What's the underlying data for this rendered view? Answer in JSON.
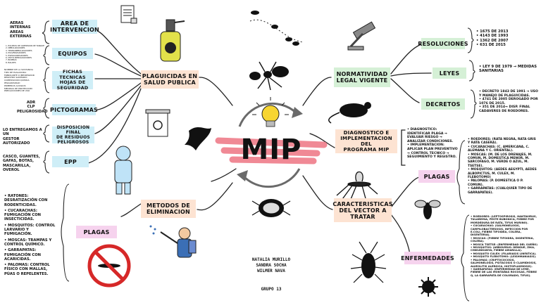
{
  "center": {
    "title": "MIP"
  },
  "left": {
    "area": {
      "label": "AREA DE\nINTERVENCION",
      "items": "AERAS INTERNAS\nAREAS EXTERNAS"
    },
    "equipos": {
      "label": "EQUIPOS",
      "notes": "1. EQUIPOS DE ASPERSION DE TANQUE\n2. NEBULIZADORES\n3. TERMONEBULIZADORES\n4. PULVERIZADORES\n5. ESPOLVOREADORES\n6. MOTO-NEBULIZADORES\n7. BOMBAS\n8. BALDES"
    },
    "fichas": {
      "label": "FICHAS TECNICAS\nHOJAS DE\nSEGURIDAD",
      "notes": "NOMBRE DE LA SUSTANCIA\nTIPO DE PLAGUICIDA\nFABRICANTE O IMPORTADOR\nREGISTRO SANITARIO\nCOMPOSICION QUIMICA\nPELIGROSIDAD\nPRIMEROS AUXILIOS\nMEDIDAS DE PROTECCION\nPRECAUCIONES DE USO"
    },
    "pictogramas": {
      "label": "PICTOGRAMAS",
      "notes": "ADR\nCLP\nPELIGROSIDAD"
    },
    "disposicion": {
      "label": "DISPOSICION FINAL\nDE RESIDUOS\nPELIGROSOS",
      "notes": "LO ENTREGAMOS A UN\nGESTOR AUTORIZADO"
    },
    "epp": {
      "label": "EPP",
      "notes": "CASCO, GUANTES,\nGAFAS, BOTAS,\nMASCARILLA, OVEROL"
    },
    "plaguicidas": {
      "label": "PLAGUICIDAS EN\nSALUD PUBLICA"
    },
    "metodos": {
      "label": "METODOS DE\nELIMINACION"
    },
    "plagas": {
      "label": "PLAGAS",
      "items": [
        "• RATONES: DESRATIZACIÓN CON RODENTICIDAS.",
        "• CUCARACHAS: FUMIGACIÓN CON INSECTICIDAS.",
        "• MOSQUITOS: CONTROL LARVARIO Y FUMIGACIÓN.",
        "• MOSCAS: TRAMPAS Y CONTROL QUÍMICO.",
        "• GARRAPATAS: FUMIGACIÓN CON ACARICIDAS.",
        "• PALOMAS: CONTROL FÍSICO CON MALLAS, PÚAS O REPELENTES."
      ]
    }
  },
  "right": {
    "normatividad": {
      "label": "NORMATIVIDAD\nLEGAL VIGENTE"
    },
    "resoluciones": {
      "label": "RESOLUCIONES",
      "items": [
        "• 1675 DE 2013",
        "• 4143 DE 1993",
        "• 1362 DE 2007",
        "• 631 DE 2015"
      ]
    },
    "leyes": {
      "label": "LEYES",
      "notes": "• LEY 9 DE 1979 → MEDIDAS SANITARIAS"
    },
    "decretos": {
      "label": "DECRETOS",
      "notes": "• DECRETO 1843 DE 1991 → USO Y MANEJO DE PLAGUICIDAS.\n• 4741 DE 2005 DEROGADO POR 1076 DE 2015.\n• 351 DE 2014→ DISP. FINAL CADAVERES DE ROEDORES."
    },
    "diagnostico": {
      "label": "DIAGNOSTICO E\nIMPLEMENTACION DEL\nPROGRAMA MIP",
      "notes": "• DIAGNOSTICO: IDENTIFICAR PLAGA → EVALUAR RIESGO → ANALIZAR CONDICIONES.\n• IMPLEMENTACION: APLICAR PLAN PREVENTIVO → CONTROL TECNICO → SEGUIMIENTO Y REGISTRO."
    },
    "caracteristicas": {
      "label": "CARACTERISTICAS\nDEL VECTOR A\nTRATAR"
    },
    "plagas": {
      "label": "PLAGAS",
      "items": [
        "• ROEDORES: (RATA NEGRA, RATA GRIS Y RATA CASERA).",
        "• CUCARACHAS: (C. AMERICANA, C. ALEMANA Y C. ORIENTAL).",
        "• MOSCAS: (M. DE LOS DRENAJES, M. COMUN, M. DOMESTICA MENOR, M. SARCOFAGO, M. VERDE O AZUL, M. TSETSE).",
        "• MOSQUITOS: (AEDES AEGYPTI, AEDES ALBOPICTUS, M. CULEX, M. FLEBOTOMO)",
        "• PALOMAS: (P. DOMESTICA O P. COMUN).",
        "• GARRAPATAS: (CUALQUIER TIPO DE GARRAPATAS)."
      ]
    },
    "enfermedades": {
      "label": "ENFERMEDADES",
      "items": [
        "• ROEDORES: (LEPTOSPIROSIS, HANTAVIRUS, TULAREMIA, PESTE BUBONICA, FIEBRE POR MORDEDURA DE RATA, TIFUS MURINO).",
        "• CUCARACHAS: (SALMONELOSIS, CAMPILOBACTERIOSIS, INFECCION POR E.COLI, FIEBRE TIFOIDEA, COLERA, DISENTERIA).",
        "• MOSCAS: (FIEBRE TIFOIDEA, DISENTERIA, COLERA).",
        "• MOSCA TSETSE: (ENFERMEDAD DEL SUEÑO)",
        "• MOSQUITOS: (ARBOVIRUS: DENGUE, ZIKA, CHIKUNGUNYA, FIEBRE AMARILLA).",
        "• MOSQUITO CULEX: (FILARIASIS LINFATICA).",
        "• MOSQUITO FLEBOTOMO: (LEISHMANIASIS).",
        "• PALOMAS: (CRIPTOCOCOSIS, SALMONELOSIS, PSITACOSIS O CLAMIDIOSIS, ALVEOLITIS ALERGICA, HISTOPLASMOSIS).",
        "• GARRAPATAS: (ENFERMEDAD DE LYME, FIEBRE DE LAS MONTAÑAS ROCOSAS, FIEBRE Q, LA GARRAPATA DE COLORADO, TIFUS)."
      ]
    }
  },
  "authors": {
    "names": "NATALIA MURILLO\nSANDRA SOCHA\nWILMER NAVA",
    "group": "GRUPO 13"
  },
  "colors": {
    "blue": "#cfeef7",
    "green": "#d5f0d6",
    "peach": "#fde3d2",
    "pink": "#f6d3ee",
    "accent": "#e85c6a"
  }
}
